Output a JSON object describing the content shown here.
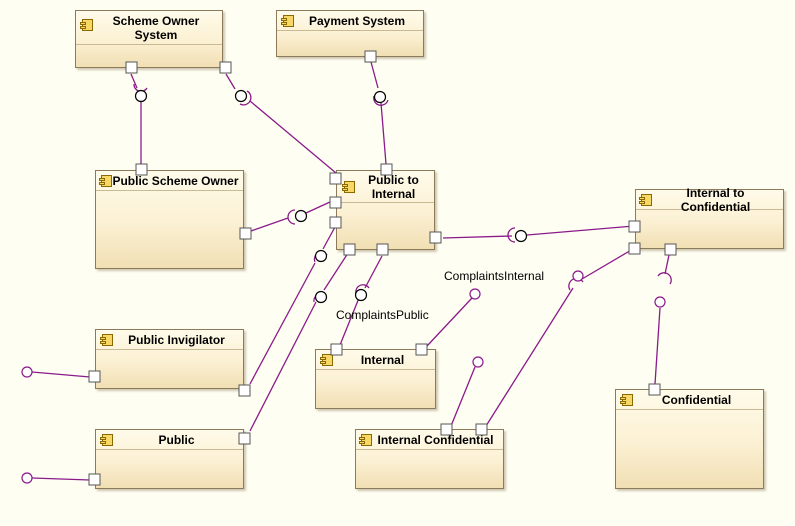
{
  "components": {
    "scheme_owner": "Scheme Owner\nSystem",
    "payment_system": "Payment System",
    "public_scheme_owner": "Public Scheme Owner",
    "public_to_internal": "Public to\nInternal",
    "internal_to_confidential": "Internal to Confidential",
    "public_invigilator": "Public Invigilator",
    "public": "Public",
    "internal": "Internal",
    "internal_confidential": "Internal Confidential",
    "confidential": "Confidential"
  },
  "interface_labels": {
    "complaints_internal": "ComplaintsInternal",
    "complaints_public": "ComplaintsPublic"
  },
  "colors": {
    "connector": "#8b1a8b",
    "component_border": "#8c7a5a",
    "component_fill": "#fbf0d2",
    "icon_fill": "#f7d766"
  }
}
